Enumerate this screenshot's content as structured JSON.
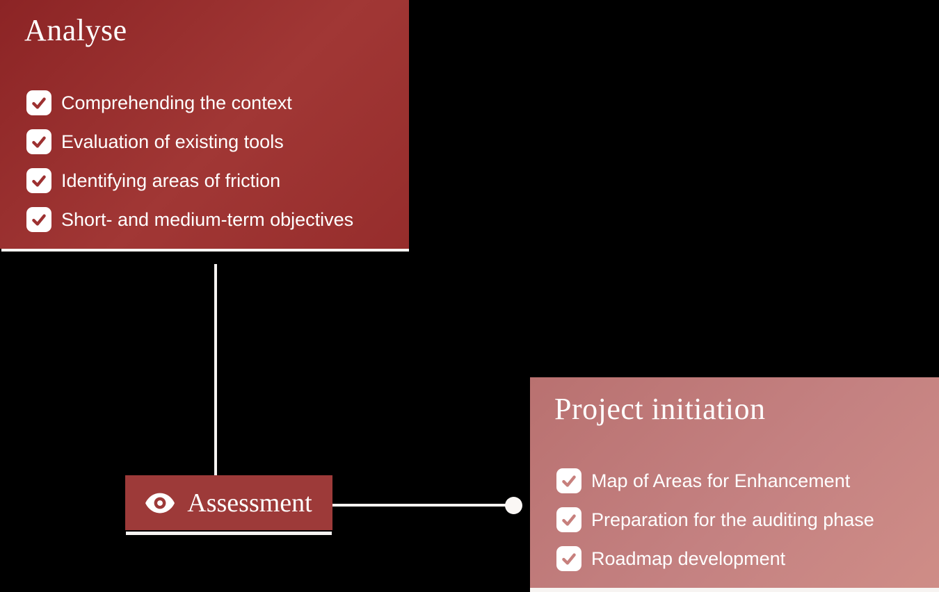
{
  "canvas": {
    "background": "#000000"
  },
  "analyse_panel": {
    "title": "Analyse",
    "items": [
      {
        "label": "Comprehending the context",
        "checked": true
      },
      {
        "label": "Evaluation of existing tools",
        "checked": true
      },
      {
        "label": "Identifying areas of friction",
        "checked": true
      },
      {
        "label": "Short- and medium-term objectives",
        "checked": true
      }
    ],
    "colors": {
      "bg_start": "#8c2425",
      "bg_end": "#a13735",
      "check": "#9d3131",
      "text": "#ffffff"
    }
  },
  "assessment_node": {
    "label": "Assessment",
    "icon": "eye-icon",
    "colors": {
      "bg": "#9d3a39",
      "text": "#ffffff"
    }
  },
  "project_panel": {
    "title": "Project initiation",
    "items": [
      {
        "label": "Map of Areas for Enhancement",
        "checked": true
      },
      {
        "label": "Preparation for the auditing phase",
        "checked": true
      },
      {
        "label": "Roadmap development",
        "checked": true
      }
    ],
    "colors": {
      "bg_start": "#b97170",
      "bg_end": "#cf8d87",
      "check": "#c7807d",
      "text": "#ffffff"
    }
  },
  "connectors": {
    "color": "#f7f4f2"
  }
}
